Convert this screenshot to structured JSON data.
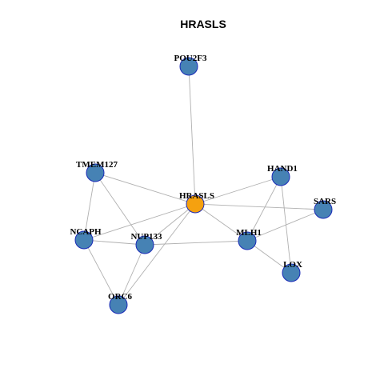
{
  "title": "HRASLS",
  "colors": {
    "center_node": "#f5a10f",
    "node": "#4682b4",
    "node_border": "#1a2bb8",
    "edge": "#b0b0b0"
  },
  "nodes": [
    {
      "id": "HRASLS",
      "label": "HRASLS",
      "role": "center"
    },
    {
      "id": "POU2F3",
      "label": "POU2F3",
      "role": "neighbor"
    },
    {
      "id": "TMEM127",
      "label": "TMEM127",
      "role": "neighbor"
    },
    {
      "id": "HAND1",
      "label": "HAND1",
      "role": "neighbor"
    },
    {
      "id": "SARS",
      "label": "SARS",
      "role": "neighbor"
    },
    {
      "id": "NCAPH",
      "label": "NCAPH",
      "role": "neighbor"
    },
    {
      "id": "NUP133",
      "label": "NUP133",
      "role": "neighbor"
    },
    {
      "id": "MLH1",
      "label": "MLH1",
      "role": "neighbor"
    },
    {
      "id": "LOX",
      "label": "LOX",
      "role": "neighbor"
    },
    {
      "id": "ORC6",
      "label": "ORC6",
      "role": "neighbor"
    }
  ],
  "edges": [
    [
      "HRASLS",
      "POU2F3"
    ],
    [
      "HRASLS",
      "TMEM127"
    ],
    [
      "HRASLS",
      "HAND1"
    ],
    [
      "HRASLS",
      "SARS"
    ],
    [
      "HRASLS",
      "NCAPH"
    ],
    [
      "HRASLS",
      "NUP133"
    ],
    [
      "HRASLS",
      "MLH1"
    ],
    [
      "HRASLS",
      "ORC6"
    ],
    [
      "TMEM127",
      "NCAPH"
    ],
    [
      "TMEM127",
      "NUP133"
    ],
    [
      "NCAPH",
      "NUP133"
    ],
    [
      "NCAPH",
      "ORC6"
    ],
    [
      "NUP133",
      "ORC6"
    ],
    [
      "NUP133",
      "MLH1"
    ],
    [
      "HAND1",
      "MLH1"
    ],
    [
      "HAND1",
      "LOX"
    ],
    [
      "SARS",
      "MLH1"
    ],
    [
      "MLH1",
      "LOX"
    ]
  ]
}
